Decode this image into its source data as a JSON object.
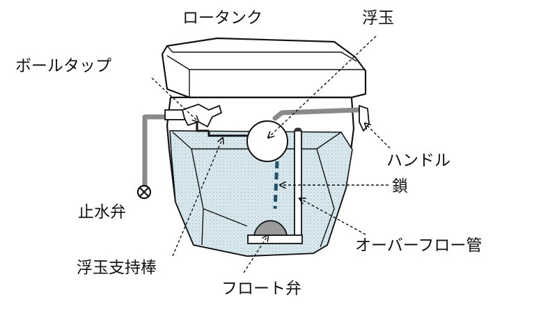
{
  "labels": {
    "low_tank": "ロータンク",
    "float_ball": "浮玉",
    "ball_tap": "ボールタップ",
    "handle": "ハンドル",
    "chain": "鎖",
    "stop_valve": "止水弁",
    "overflow_pipe": "オーバーフロー管",
    "float_arm": "浮玉支持棒",
    "flapper_valve": "フロート弁"
  },
  "colors": {
    "outline": "#111111",
    "water_fill": "#dbe9ee",
    "water_dots": "#8fb7c6",
    "pipe": "#8a8a8a",
    "flapper": "#9a9a9a",
    "background": "#ffffff"
  }
}
